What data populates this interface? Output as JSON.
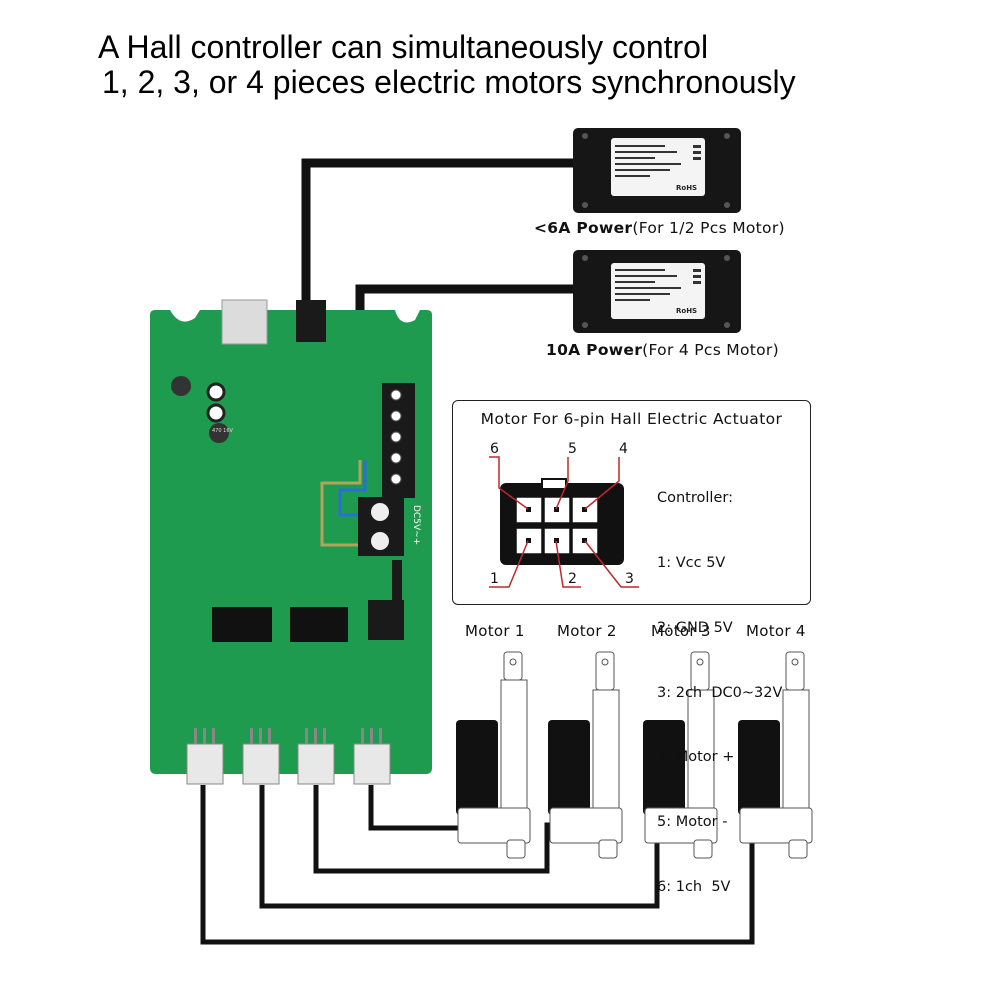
{
  "headline": {
    "line1": "A Hall controller can simultaneously control",
    "line2": "1, 2, 3, or 4 pieces electric motors synchronously"
  },
  "power_supplies": [
    {
      "bold": "<6A Power",
      "normal": "(For 1/2 Pcs Motor)"
    },
    {
      "bold": "10A Power",
      "normal": "(For 4 Pcs Motor)"
    }
  ],
  "psu_label": {
    "brand": "RoHS"
  },
  "pinout": {
    "title": "Motor For 6-pin Hall Electric Actuator",
    "controller_heading": "Controller:",
    "pins": [
      "1: Vcc 5V",
      "2: GND 5V",
      "3: 2ch  DC0~32V",
      "4: Motor +",
      "5: Motor -",
      "6: 1ch  5V"
    ],
    "top_numbers": [
      "6",
      "5",
      "4"
    ],
    "bottom_numbers": [
      "1",
      "2",
      "3"
    ]
  },
  "motors": [
    "Motor 1",
    "Motor 2",
    "Motor 3",
    "Motor 4"
  ],
  "board": {
    "terminal_label": "DC5V~+",
    "cap_label": "470 16V"
  },
  "colors": {
    "board_green": "#1f9b4f",
    "cable_black": "#111111",
    "wire_blue": "#2a6fd6",
    "wire_tan": "#b6a25a"
  }
}
